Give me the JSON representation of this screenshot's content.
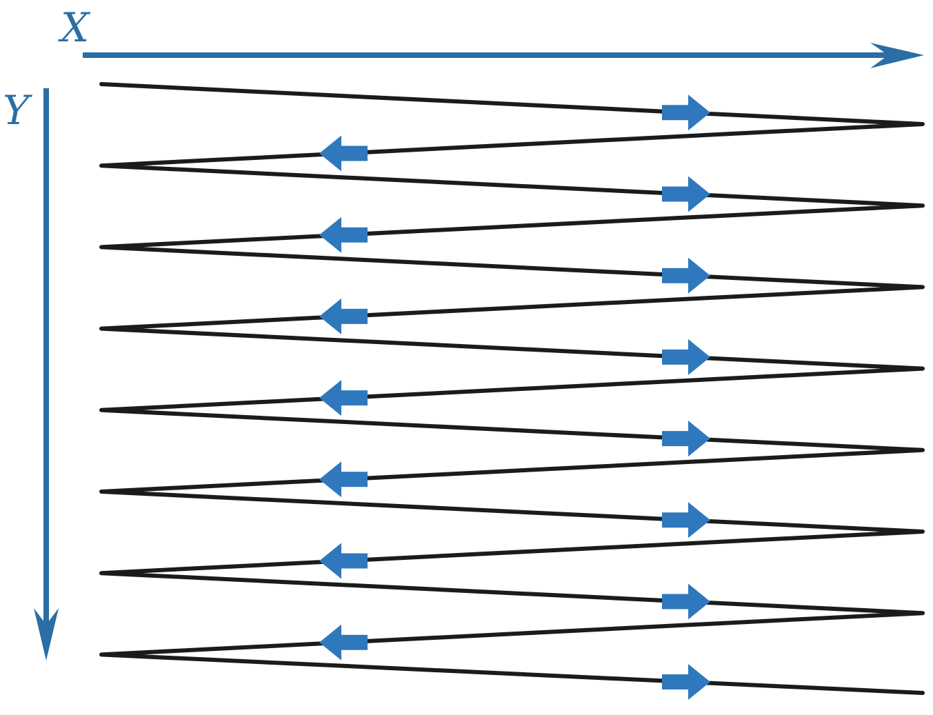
{
  "axes": {
    "x_label": "X",
    "y_label": "Y"
  },
  "colors": {
    "axis": "#2a6ea5",
    "path": "#1b1b1b",
    "direction_arrow": "#2f78bd",
    "background": "#ffffff"
  },
  "scan": {
    "rightward_passes": 8,
    "leftward_passes": 7,
    "start_side": "left",
    "end_side": "right"
  }
}
